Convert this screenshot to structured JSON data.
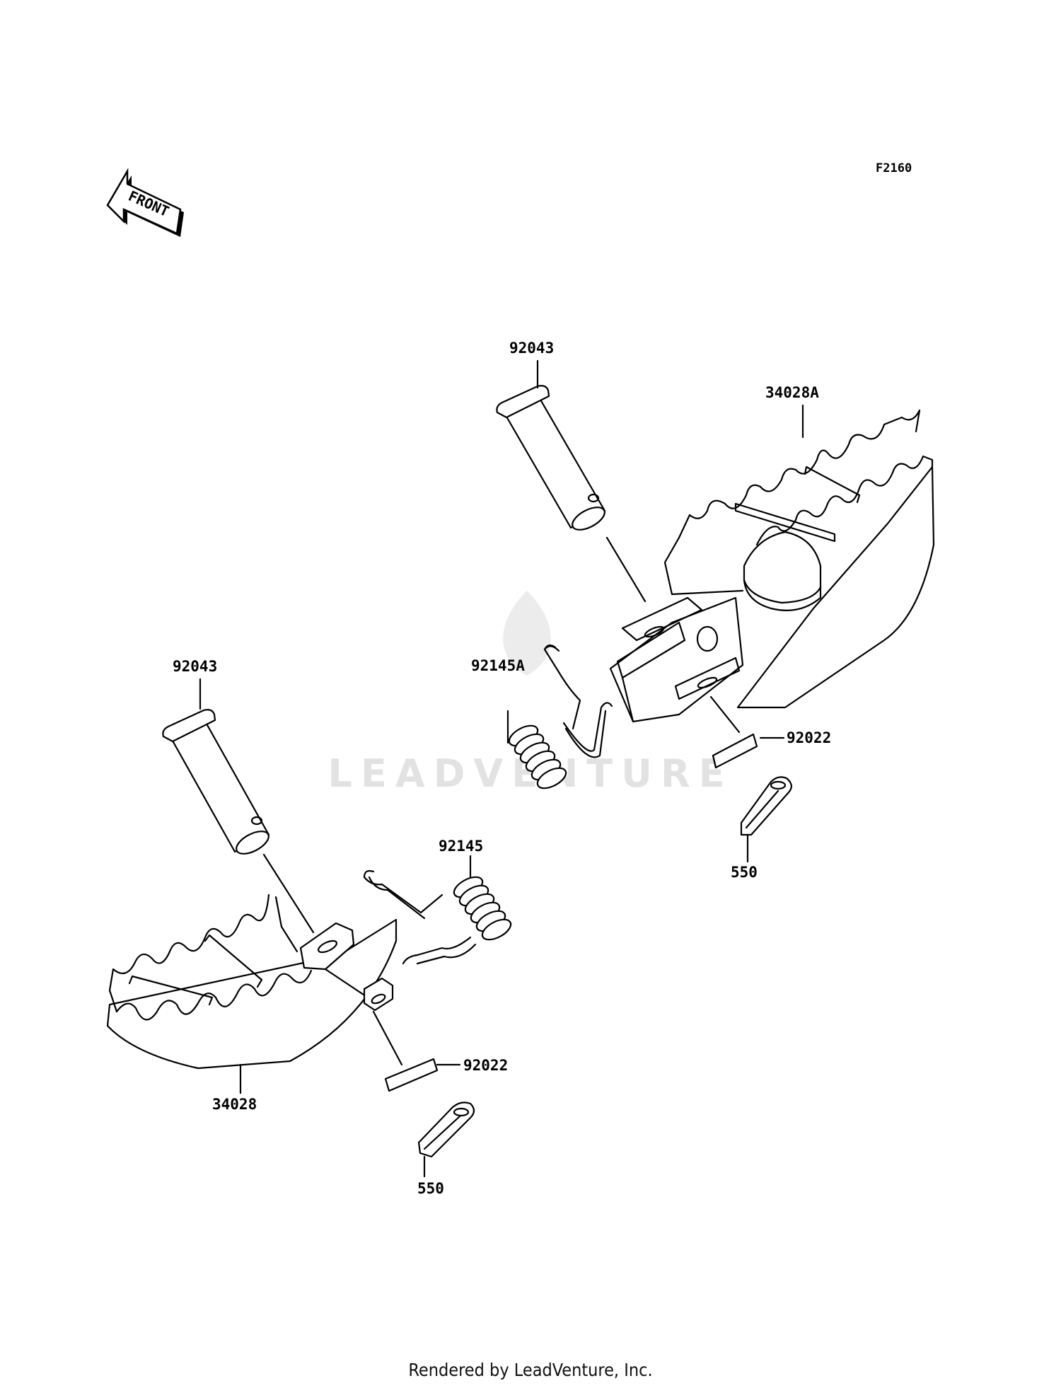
{
  "diagram": {
    "code": "F2160",
    "front_label": "FRONT",
    "watermark": "LEADVENTURE",
    "credit": "Rendered by LeadVenture, Inc.",
    "labels": {
      "pin_upper": "92043",
      "footpeg_right": "34028A",
      "spring_upper": "92145A",
      "washer_upper": "92022",
      "cotter_upper": "550",
      "pin_lower": "92043",
      "spring_lower": "92145",
      "footpeg_left": "34028",
      "washer_lower": "92022",
      "cotter_lower": "550"
    }
  }
}
